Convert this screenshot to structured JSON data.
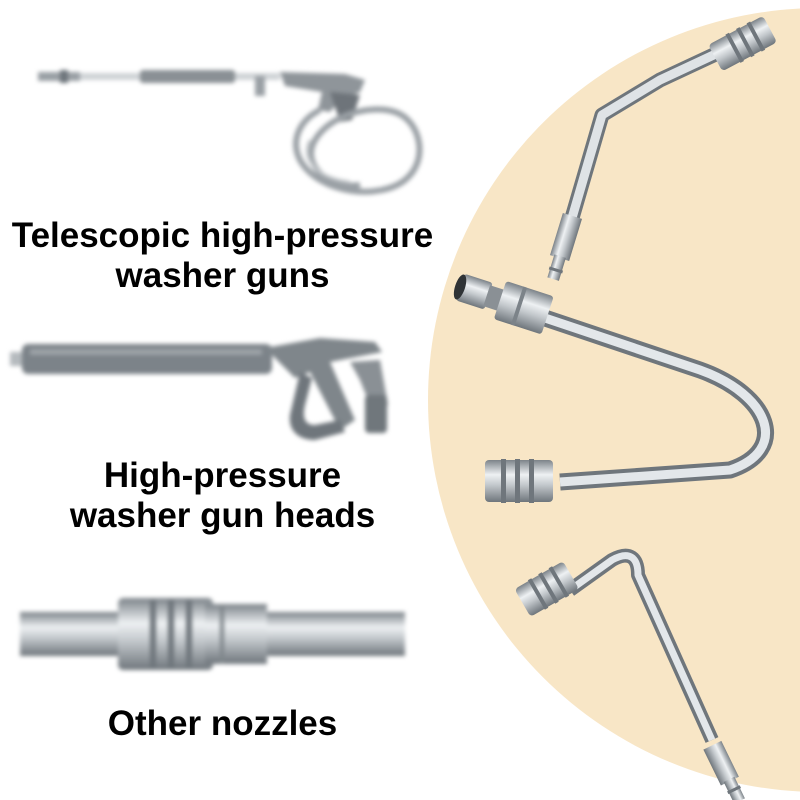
{
  "colors": {
    "background": "#ffffff",
    "backdrop_circle": "#f8e6c6",
    "steel_light": "#e9ecee",
    "steel_mid": "#b9bec3",
    "steel_dark": "#7c8389"
  },
  "captions": [
    {
      "id": "telescopic",
      "lines": [
        "Telescopic high-pressure",
        "washer guns"
      ],
      "icon": "telescopic-gun-with-hose"
    },
    {
      "id": "gun-heads",
      "lines": [
        "High-pressure",
        "washer gun heads"
      ],
      "icon": "pressure-washer-gun"
    },
    {
      "id": "other",
      "lines": [
        "Other nozzles"
      ],
      "icon": "straight-pipe-with-coupler"
    }
  ],
  "products": [
    {
      "icon": "angled-extension-wand"
    },
    {
      "icon": "u-shaped-extension-wand"
    },
    {
      "icon": "l-shaped-extension-wand"
    }
  ]
}
